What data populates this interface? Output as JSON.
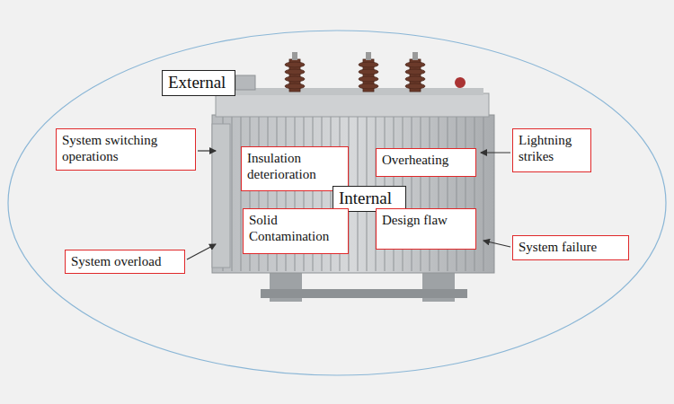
{
  "diagram": {
    "nodes": [
      {
        "text": [
          "External"
        ]
      },
      {
        "text": [
          "System switching operations"
        ]
      },
      {
        "text": [
          "Lightning strikes"
        ]
      },
      {
        "text": [
          "Insulation deterioration"
        ]
      },
      {
        "text": [
          "Overheating"
        ]
      },
      {
        "text": [
          "Internal"
        ]
      },
      {
        "text": [
          "Solid Contamination"
        ]
      },
      {
        "text": [
          "Design flaw"
        ]
      },
      {
        "text": [
          "System failure"
        ]
      },
      {
        "text": [
          "System overload"
        ]
      }
    ]
  }
}
